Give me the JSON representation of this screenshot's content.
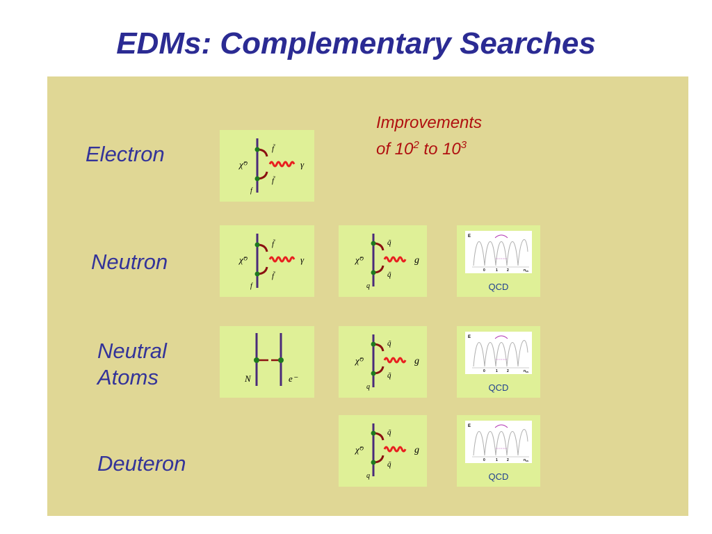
{
  "title": "EDMs: Complementary Searches",
  "improvements": {
    "line1": "Improvements",
    "line2_prefix": "of 10",
    "exp1": "2",
    "line2_mid": " to 10",
    "exp2": "3"
  },
  "rows": {
    "electron": "Electron",
    "neutron": "Neutron",
    "neutral_atoms_1": "Neutral",
    "neutral_atoms_2": "Atoms",
    "deuteron": "Deuteron"
  },
  "diagram_labels": {
    "neutralino": "χ̃ᴼ",
    "sfermion": "f̃",
    "photon": "γ",
    "fermion": "f",
    "squark": "q̃",
    "gluon": "g",
    "quark": "q",
    "nucleon": "N",
    "electron": "e⁻"
  },
  "qcd": {
    "label": "QCD",
    "energy_axis": "E",
    "ticks": [
      "0",
      "1",
      "2"
    ],
    "n_axis": "n",
    "n_sub": "cs"
  },
  "colors": {
    "title": "#2b2b93",
    "panel": "#e0d795",
    "box": "#dff097",
    "fermion_line": "#4a2a7a",
    "scalar_line": "#8a1010",
    "vertex": "#1f7a1f",
    "wavy": "#e82020",
    "improvements": "#b01010"
  }
}
